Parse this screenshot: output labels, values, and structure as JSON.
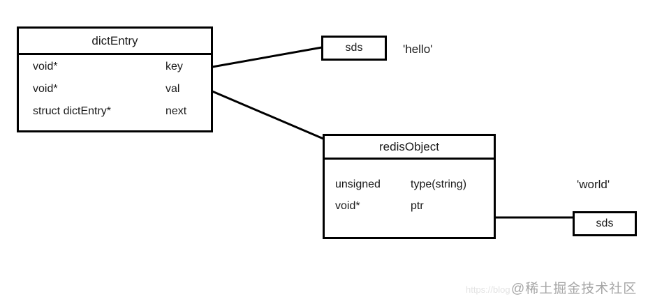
{
  "diagram": {
    "dict_entry": {
      "title": "dictEntry",
      "rows": [
        {
          "type": "void*",
          "name": "key"
        },
        {
          "type": "void*",
          "name": "val"
        },
        {
          "type": "struct dictEntry*",
          "name": "next"
        }
      ]
    },
    "sds_hello": {
      "label": "sds",
      "value": "'hello'"
    },
    "redis_object": {
      "title": "redisObject",
      "rows": [
        {
          "type": "unsigned",
          "name": "type(string)"
        },
        {
          "type": "void*",
          "name": "ptr"
        }
      ]
    },
    "sds_world": {
      "label": "sds",
      "value": "'world'"
    },
    "colors": {
      "line": "#000000",
      "watermark": "#a6a6a6",
      "watermark_faint": "#e3e3e3"
    }
  },
  "watermark": {
    "text": "@稀土掘金技术社区",
    "faint_text": "https://blog"
  }
}
